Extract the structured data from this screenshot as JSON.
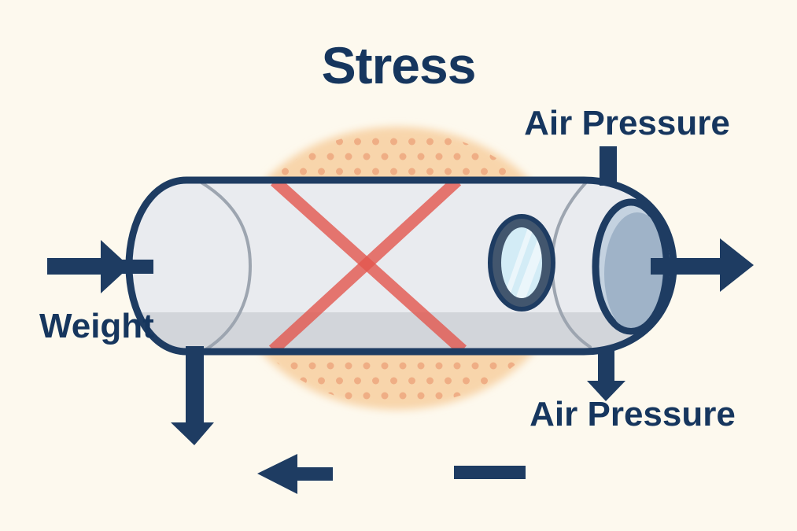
{
  "title": "Stress",
  "labels": {
    "air_pressure_top": "Air Pressure",
    "air_pressure_bottom": "Air Pressure",
    "weight": "Weight"
  },
  "diagram": {
    "description": "Cylindrical aircraft fuselage section with porthole window and open right end cap, crossed out by a red X, surrounded by a dotted peach pressure halo",
    "arrows": [
      {
        "name": "inward-left-arrow",
        "direction": "right",
        "position": "left side, piercing the fuselage nose at the Weight label"
      },
      {
        "name": "weight-down-arrow",
        "direction": "down",
        "position": "hanging from fuselage underside, left"
      },
      {
        "name": "outward-right-arrow",
        "direction": "right",
        "position": "exiting the right end cap"
      },
      {
        "name": "air-pressure-top-connector",
        "direction": "down",
        "position": "line from top Air Pressure label to fuselage top"
      },
      {
        "name": "air-pressure-down-arrow",
        "direction": "down",
        "position": "from fuselage underside toward bottom Air Pressure label"
      },
      {
        "name": "bottom-left-arrow",
        "direction": "left",
        "position": "bottom center-left"
      },
      {
        "name": "bottom-bar",
        "direction": "none",
        "position": "bottom center-right horizontal bar"
      }
    ]
  },
  "colors": {
    "background": "#fdf9ee",
    "navy": "#1e3c62",
    "text_navy": "#16365e",
    "fuselage_body": "#e9ebef",
    "fuselage_shadow": "#d2d5da",
    "seam_gray": "#9da5b0",
    "stress_red": "#e2564d",
    "halo_peach": "#f8d5ab",
    "halo_dot": "#eca47c",
    "window_ring": "#42566e",
    "window_glass": "#d3ecf6",
    "endcap_fill": "#9fb3c8",
    "endcap_highlight": "#c4d2e0"
  }
}
